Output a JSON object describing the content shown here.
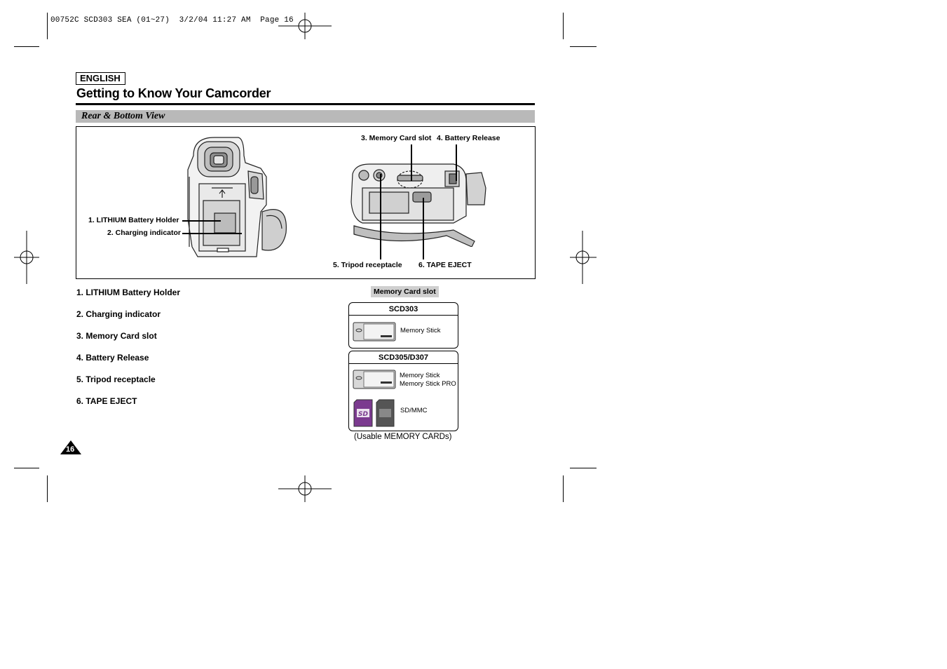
{
  "print_header": "00752C SCD303 SEA (01~27)  3/2/04 11:27 AM  Page 16",
  "language_badge": "ENGLISH",
  "page_title": "Getting to Know Your Camcorder",
  "section_title": "Rear & Bottom View",
  "figure": {
    "callouts": {
      "c1": "1. LITHIUM Battery Holder",
      "c2": "2. Charging indicator",
      "c3": "3. Memory Card slot",
      "c4": "4. Battery Release",
      "c5": "5. Tripod receptacle",
      "c6": "6. TAPE EJECT"
    }
  },
  "parts_list": [
    "1.  LITHIUM Battery Holder",
    "2.  Charging indicator",
    "3.  Memory Card slot",
    "4.  Battery Release",
    "5.  Tripod receptacle",
    "6.  TAPE EJECT"
  ],
  "memory_card_panel": {
    "label": "Memory Card slot",
    "models": [
      {
        "name": "SCD303",
        "cards": [
          {
            "label": "Memory Stick",
            "icon": "memory-stick-icon"
          }
        ]
      },
      {
        "name": "SCD305/D307",
        "cards": [
          {
            "label": "Memory Stick",
            "label2": "Memory Stick PRO",
            "icon": "memory-stick-pro-icon"
          },
          {
            "label": "SD/MMC",
            "icon": "sd-mmc-card-icon"
          }
        ]
      }
    ],
    "caption": "(Usable MEMORY CARDs)"
  },
  "page_number": "16",
  "colors": {
    "section_bar": "#b9b9b9",
    "memory_label_bg": "#cfcfcf",
    "sd_card": "#7b3a8f",
    "mmc_card": "#555555"
  }
}
